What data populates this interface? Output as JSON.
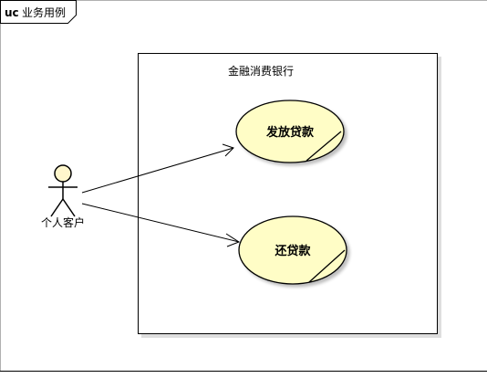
{
  "diagram": {
    "frame": {
      "keyword": "uc",
      "name": "业务用例"
    },
    "system": {
      "name": "金融消费银行"
    },
    "actor": {
      "name": "个人客户"
    },
    "use_cases": [
      {
        "label": "发放贷款"
      },
      {
        "label": "还贷款"
      }
    ],
    "colors": {
      "use_case_fill": "#fffdc6",
      "use_case_stroke": "#000000",
      "actor_fill": "#fff7cc",
      "line": "#000000",
      "frame_border": "#999999"
    }
  }
}
